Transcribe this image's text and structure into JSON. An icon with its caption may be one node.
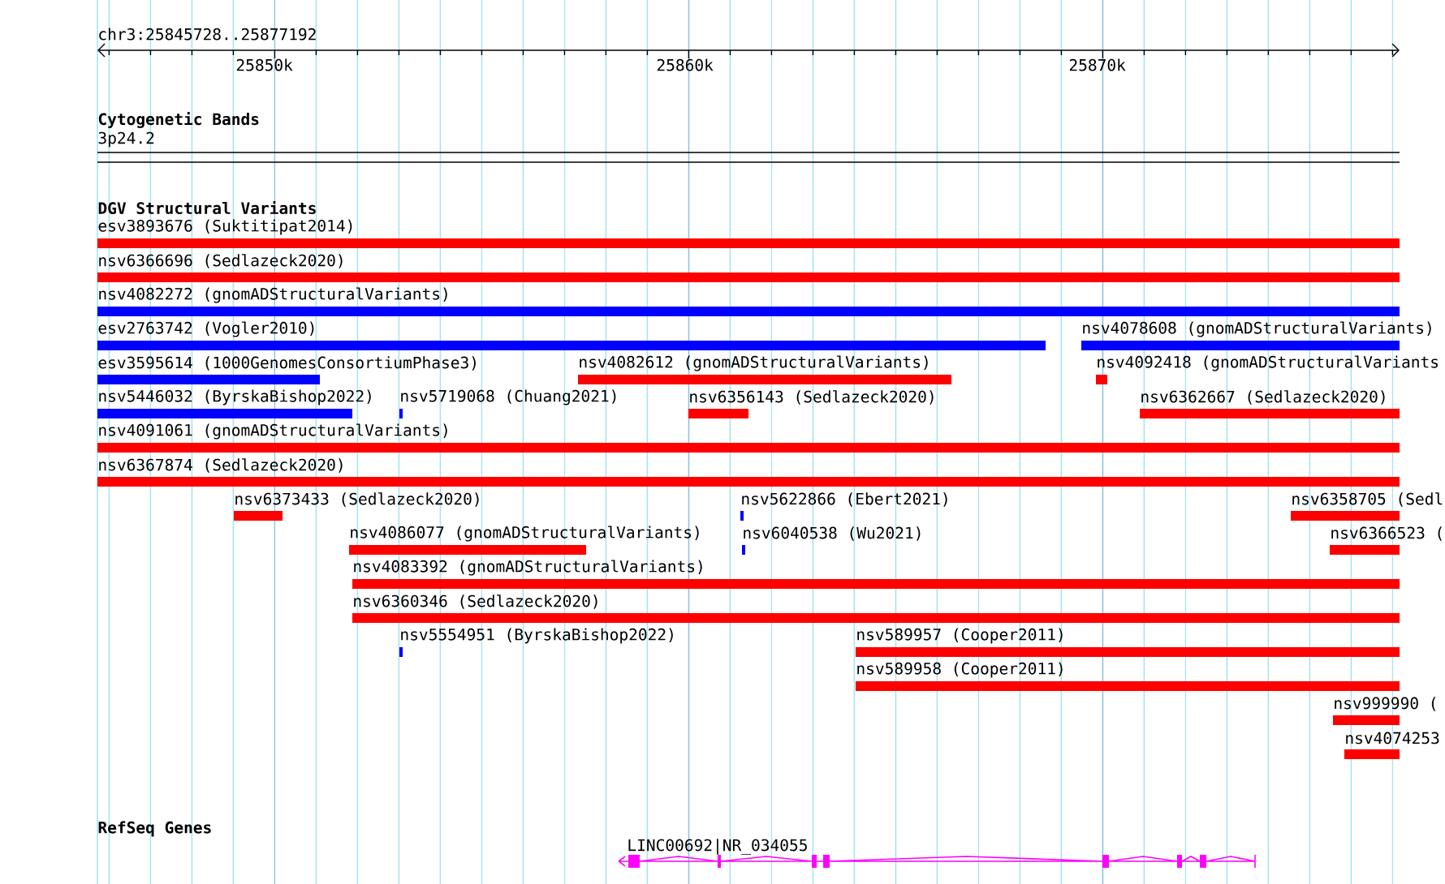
{
  "diagram": {
    "labels": [
      "chr3:25845728..25877192",
      "25850k",
      "25860k",
      "25870k",
      "Cytogenetic Bands",
      "3p24.2",
      "DGV Structural Variants",
      "esv3893676 (Suktitipat2014)",
      "nsv6366696 (Sedlazeck2020)",
      "nsv4082272 (gnomADStructuralVariants)",
      "esv2763742 (Vogler2010)",
      "nsv4078608 (gnomADStructuralVariants)",
      "esv3595614 (1000GenomesConsortiumPhase3)",
      "nsv4082612 (gnomADStructuralVariants)",
      "nsv4092418 (gnomADStructuralVariants",
      "nsv5446032 (ByrskaBishop2022)",
      "nsv5719068 (Chuang2021)",
      "nsv6356143 (Sedlazeck2020)",
      "nsv6362667 (Sedlazeck2020)",
      "nsv4091061 (gnomADStructuralVariants)",
      "nsv6367874 (Sedlazeck2020)",
      "nsv6373433 (Sedlazeck2020)",
      "nsv5622866 (Ebert2021)",
      "nsv6358705 (Sedl",
      "nsv4086077 (gnomADStructuralVariants)",
      "nsv6040538 (Wu2021)",
      "nsv6366523 (",
      "nsv4083392 (gnomADStructuralVariants)",
      "nsv6360346 (Sedlazeck2020)",
      "nsv5554951 (ByrskaBishop2022)",
      "nsv589957 (Cooper2011)",
      "nsv589958 (Cooper2011)",
      "nsv999990 (",
      "nsv4074253",
      "RefSeq Genes",
      "LINC00692|NR_034055"
    ]
  }
}
